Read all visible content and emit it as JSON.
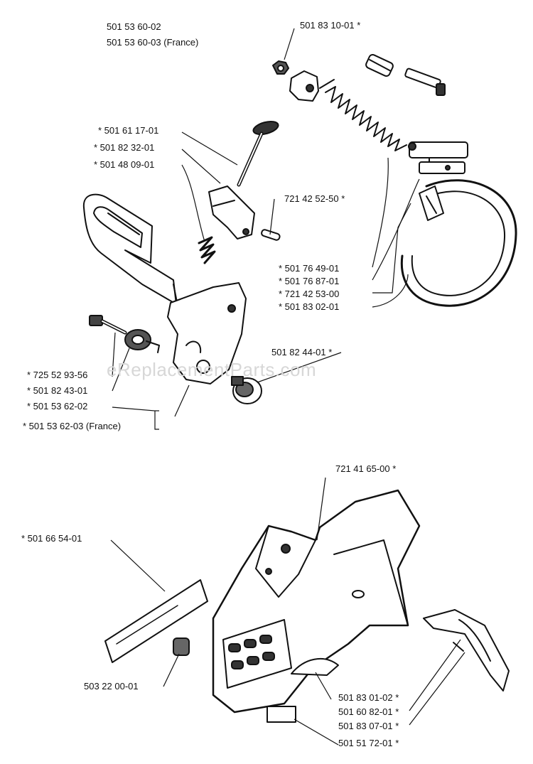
{
  "watermark": "eReplacementParts.com",
  "labels": {
    "p01": "501 53 60-02",
    "p02": "501 53 60-03 (France)",
    "p03": "501 83 10-01  *",
    "p04": "* 501 61 17-01",
    "p05": "*  501 82 32-01",
    "p06": "*  501 48 09-01",
    "p07": "721 42 52-50  *",
    "p08": "*  501 76 49-01",
    "p09": "*  501 76 87-01",
    "p10": "*  721 42 53-00",
    "p11": "*  501 83 02-01",
    "p12": "501 82 44-01  *",
    "p13": "*  725 52 93-56",
    "p14": "*  501 82 43-01",
    "p15": "*  501 53 62-02",
    "p16": "*  501 53 62-03 (France)",
    "p17": "721 41 65-00  *",
    "p18": "*  501 66 54-01",
    "p19": "503 22 00-01",
    "p20": "501 83 01-02  *",
    "p21": "501 60 82-01  *",
    "p22": "501 83 07-01  *",
    "p23": "501 51 72-01  *"
  }
}
